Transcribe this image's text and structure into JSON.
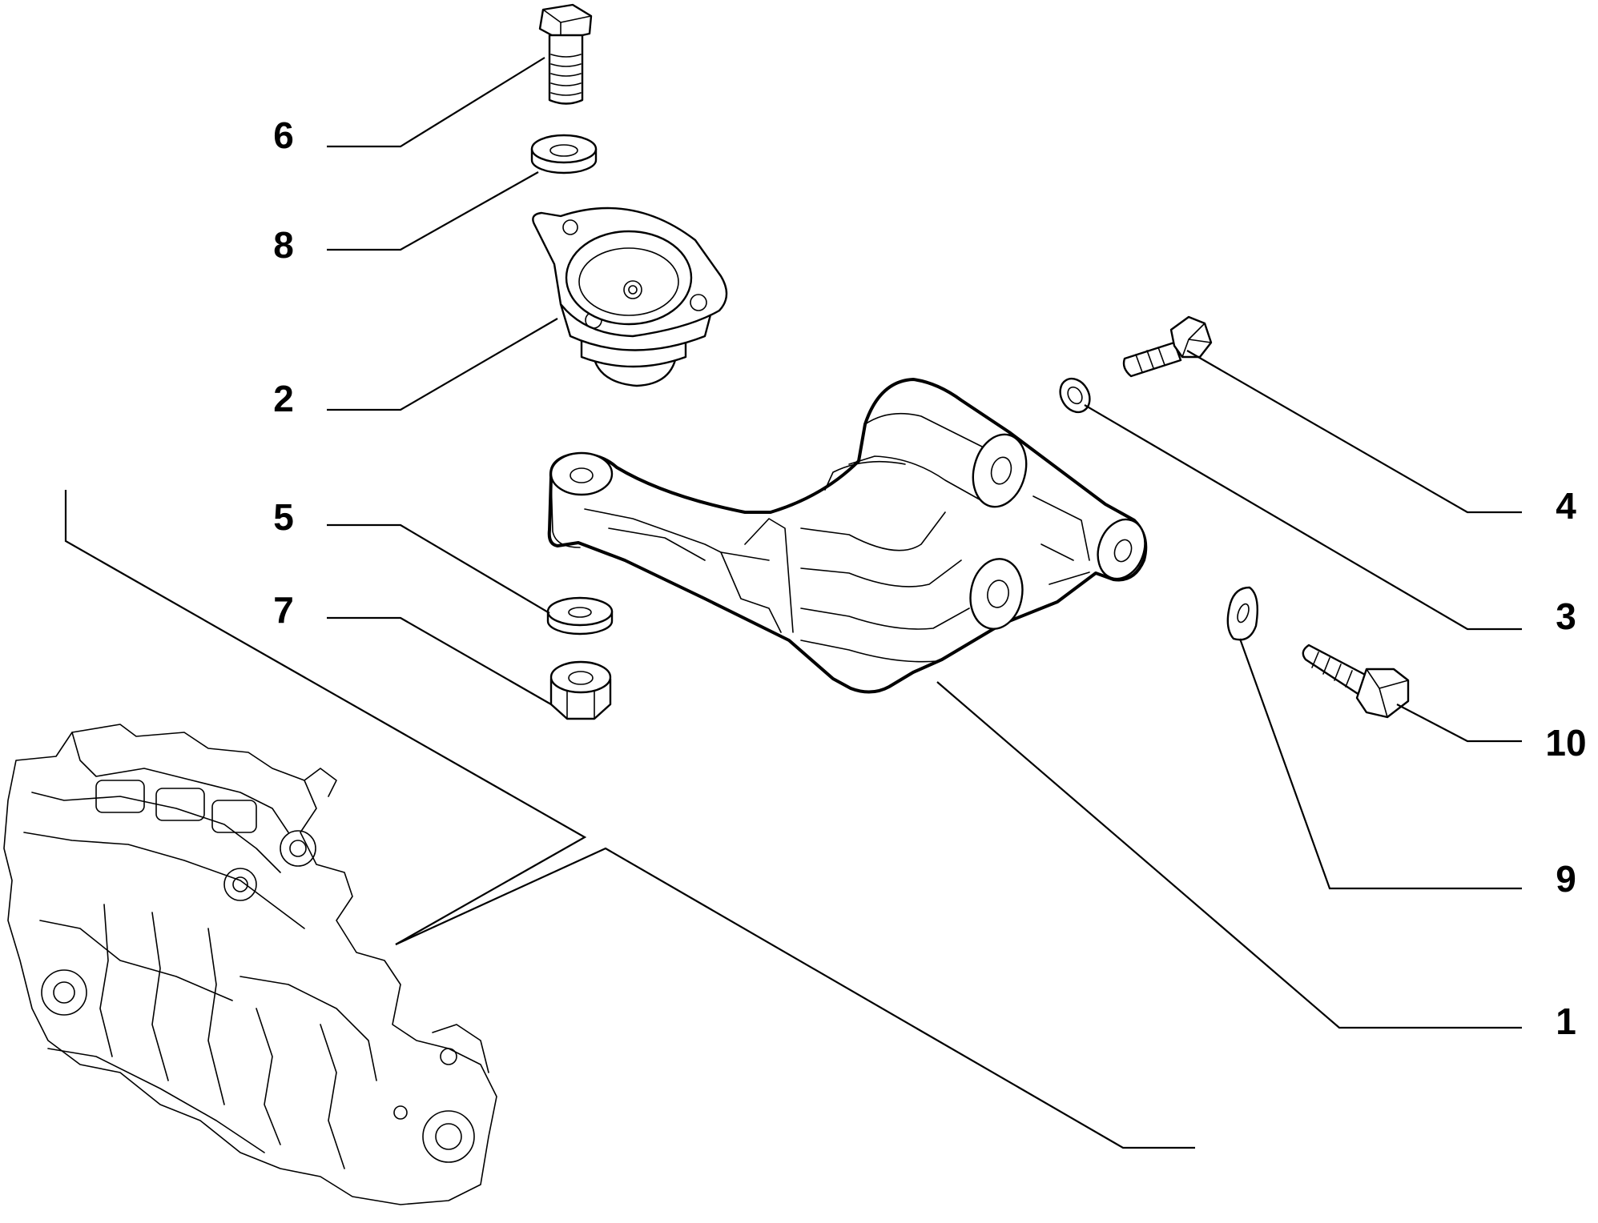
{
  "diagram": {
    "callouts": {
      "c1": "1",
      "c2": "2",
      "c3": "3",
      "c4": "4",
      "c5": "5",
      "c6": "6",
      "c7": "7",
      "c8": "8",
      "c9": "9",
      "c10": "10"
    },
    "parts": [
      {
        "number": "1",
        "icon": "engine-mount-bracket-icon"
      },
      {
        "number": "2",
        "icon": "rubber-mount-icon"
      },
      {
        "number": "3",
        "icon": "washer-icon"
      },
      {
        "number": "4",
        "icon": "bolt-icon"
      },
      {
        "number": "5",
        "icon": "washer-icon"
      },
      {
        "number": "6",
        "icon": "bolt-icon"
      },
      {
        "number": "7",
        "icon": "hex-nut-icon"
      },
      {
        "number": "8",
        "icon": "washer-icon"
      },
      {
        "number": "9",
        "icon": "washer-icon"
      },
      {
        "number": "10",
        "icon": "bolt-icon"
      }
    ],
    "overview_icon": "engine-assembly-icon",
    "line_color": "#000000",
    "background_color": "#ffffff"
  }
}
